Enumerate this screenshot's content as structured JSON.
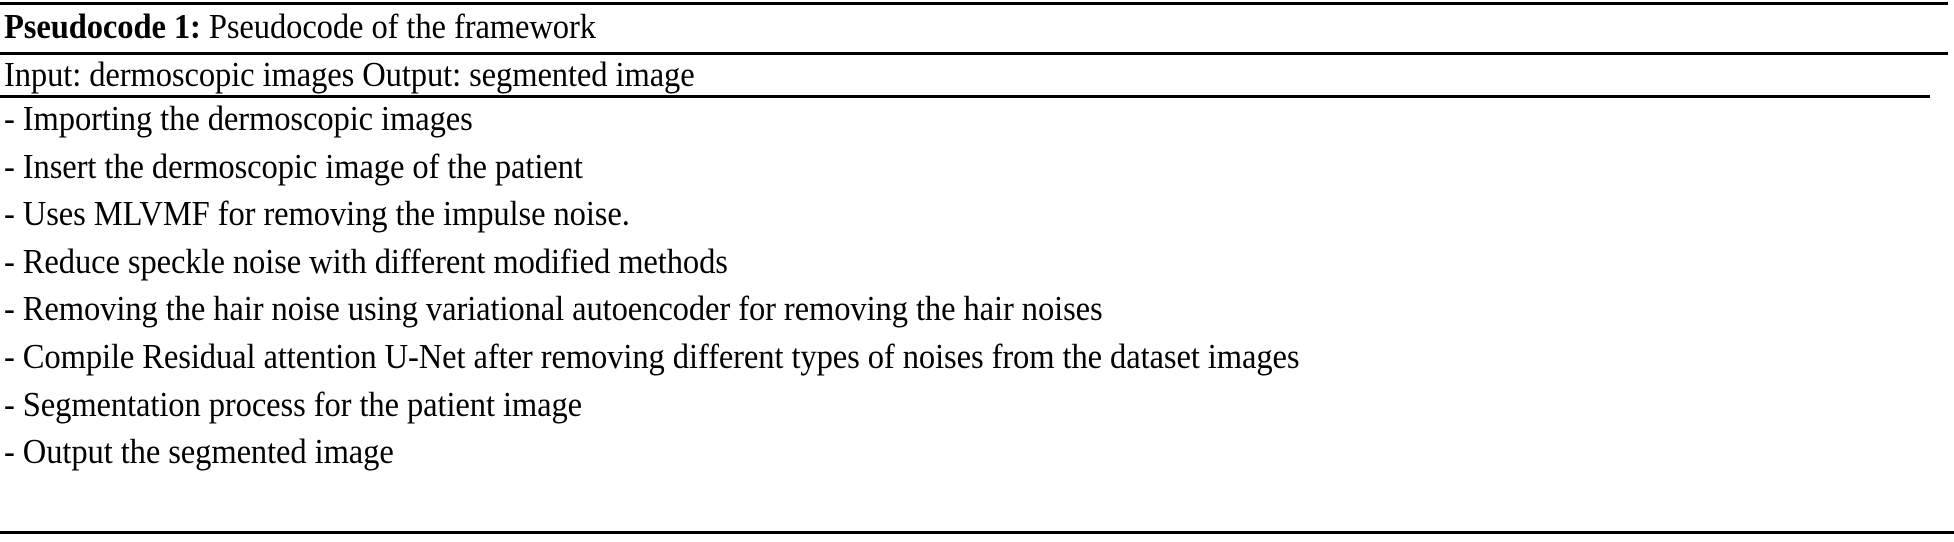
{
  "document": {
    "caption_label": "Pseudocode 1:",
    "caption_text": " Pseudocode of the framework",
    "io_line": "Input: dermoscopic images Output: segmented image",
    "steps": [
      "- Importing the dermoscopic images",
      "- Insert the dermoscopic image of the patient",
      "- Uses MLVMF for removing the impulse noise.",
      "- Reduce speckle noise with different modified methods",
      "- Removing the hair noise using variational autoencoder for removing the hair noises",
      "- Compile Residual attention U-Net after removing different types of noises from the dataset images",
      "- Segmentation process for the patient image",
      "- Output the segmented image"
    ]
  },
  "style": {
    "text_color": "#000000",
    "background_color": "#ffffff",
    "rule_color": "#000000"
  }
}
